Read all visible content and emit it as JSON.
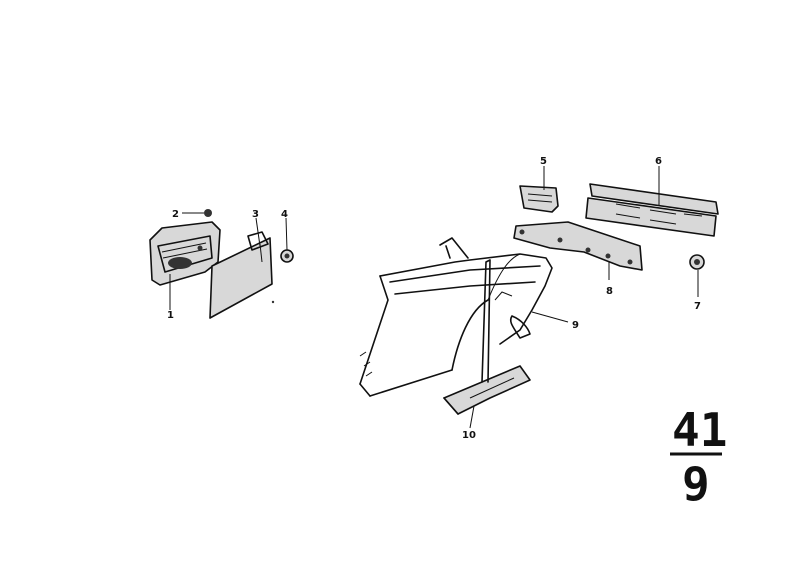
{
  "labels": {
    "p1": "1",
    "p2": "2",
    "p3": "3",
    "p4": "4",
    "p5": "5",
    "p6": "6",
    "p7": "7",
    "p8": "8",
    "p9": "9",
    "p10": "10"
  },
  "group": {
    "main": "41",
    "sub": "9"
  }
}
